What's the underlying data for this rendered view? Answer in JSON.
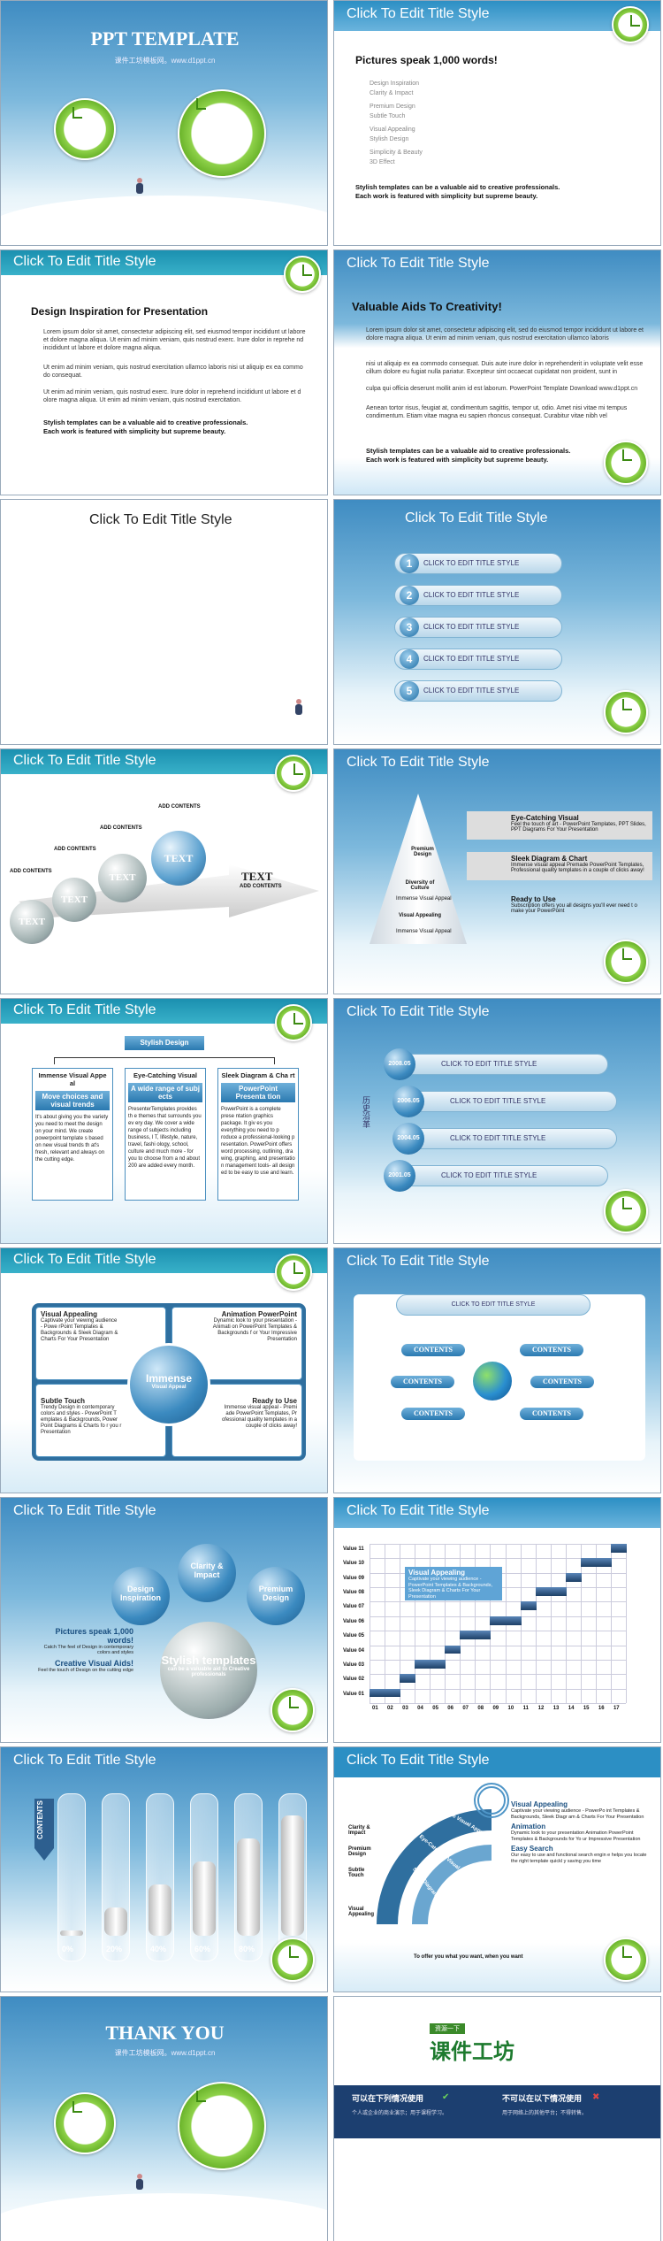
{
  "s1": {
    "title": "PPT TEMPLATE",
    "sub": "课件工坊模板网。www.d1ppt.cn"
  },
  "s2": {
    "title": "Click To Edit Title Style",
    "heading": "Pictures speak 1,000 words!",
    "bullets": [
      "Design Inspiration",
      "Clarity & Impact",
      "Premium Design",
      "Subtle Touch",
      "Visual Appealing",
      "Stylish Design",
      "Simplicity & Beauty",
      "3D Effect"
    ],
    "note1": "Stylish templates can be a valuable aid to creative professionals.",
    "note2": "Each work is featured with simplicity but supreme beauty."
  },
  "s3": {
    "title": "Click To Edit Title Style",
    "heading": "Design Inspiration for Presentation",
    "p1": "Lorem ipsum dolor sit amet, consectetur adipiscing elit, sed eiusmod tempor incididunt ut labore et dolore magna aliqua. Ut enim ad minim veniam, quis nostrud exerc. Irure dolor in reprehe nd incididunt ut labore et dolore magna aliqua.",
    "p2": "Ut enim ad minim veniam, quis nostrud exercitation ullamco laboris nisi ut aliquip ex ea commo do consequat.",
    "p3": "Ut enim ad minim veniam, quis nostrud exerc. Irure dolor in reprehend incididunt ut labore et d olore magna aliqua. Ut enim ad minim veniam, quis nostrud exercitation.",
    "note1": "Stylish templates can be a valuable aid to creative professionals.",
    "note2": "Each work is featured with simplicity but supreme beauty."
  },
  "s4": {
    "title": "Click To Edit Title Style",
    "heading": "Valuable Aids To Creativity!",
    "p1": "Lorem ipsum dolor sit amet, consectetur adipiscing elit, sed do eiusmod tempor incididunt ut labore et dolore magna aliqua. Ut enim ad minim veniam, quis nostrud exercitation ullamco laboris",
    "p2": "nisi ut aliquip ex ea commodo consequat. Duis aute irure dolor in reprehenderit in voluptate velit esse cillum dolore eu fugiat nulla pariatur. Excepteur sint occaecat cupidatat non proident, sunt in",
    "p3": "culpa qui officia deserunt mollit anim id est laborum. PowerPoint Template Download www.d1ppt.cn",
    "p4": "Aenean tortor risus, feugiat at, condimentum sagittis, tempor ut, odio. Amet nisi vitae mi tempus condimentum. Etiam vitae magna eu sapien rhoncus consequat. Curabitur vitae nibh vel",
    "note1": "Stylish templates can be a valuable aid to creative professionals.",
    "note2": "Each work is featured with simplicity but supreme beauty."
  },
  "s5": {
    "title": "Click To Edit Title Style"
  },
  "s6": {
    "title": "Click To Edit Title Style",
    "items": [
      "1",
      "2",
      "3",
      "4",
      "5"
    ],
    "label": "CLICK TO EDIT TITLE STYLE"
  },
  "s7": {
    "title": "Click To Edit Title Style",
    "spheres": [
      "TEXT",
      "TEXT",
      "TEXT",
      "TEXT"
    ],
    "small": "ADD CONTENTS",
    "arrow": "TEXT",
    "arrowsub": "ADD CONTENTS"
  },
  "s8": {
    "title": "Click To Edit Title Style",
    "tiers": [
      {
        "label": "Premium Design"
      },
      {
        "label": "Diversity of Culture",
        "sub": "Immense Visual Appeal"
      },
      {
        "label": "Visual Appealing",
        "sub": "Immense Visual Appeal"
      }
    ],
    "boxes": [
      {
        "h": "Eye-Catching Visual",
        "t": "Feel the touch of art - PowerPoint Templates, PPT Slides, PPT Diagrams For Your Presentation"
      },
      {
        "h": "Sleek Diagram & Chart",
        "t": "Immense visual appeal Premade PowerPoint Templates, Professional quality templates in a couple of clicks away!"
      },
      {
        "h": "Ready to Use",
        "t": "Subscription offers you all designs you'll ever need t o make your PowerPoint"
      }
    ]
  },
  "s9": {
    "title": "Click To Edit Title Style",
    "top": "Stylish Design",
    "cols": [
      {
        "h": "Immense Visual Appe al",
        "sub": "Move choices and visual trends",
        "t": "It's about giving you the variety you need to meet the design on your mind. We create powerpoint template s based on new visual trends th at's fresh, relevant and always on the cutting edge."
      },
      {
        "h": "Eye-Catching Visual",
        "sub": "A wide range of subj ects",
        "t": "PresenterTemplates provides th e themes that surrounds you ev ery day. We cover a wide range of subjects including business, l T, lifestyle, nature, travel, fashi ology, school, culture and much more - for you to choose from a nd about 200 are added every month."
      },
      {
        "h": "Sleek Diagram & Cha rt",
        "sub": "PowerPoint Presenta tion",
        "t": "PowerPoint is a complete prese ntation graphics package. It giv es you everything you need to p roduce a professional-looking p resentation. PowerPoint offers word processing, outlining, dra wing, graphing, and presentatio n management tools- all design ed to be easy to use and learn."
      }
    ]
  },
  "s10": {
    "title": "Click To Edit Title Style",
    "years": [
      "2008.05",
      "2006.05",
      "2004.05",
      "2001.05"
    ],
    "label": "CLICK TO EDIT TITLE STYLE",
    "side": "历史沿革"
  },
  "s11": {
    "title": "Click To Edit Title Style",
    "center": "Immense",
    "centersub": "Visual Appeal",
    "q": [
      {
        "h": "Visual Appealing",
        "t": "Captivate your viewing audience - Powe rPoint Templates & Backgrounds & Sleek Diagram & Charts For Your Presentation"
      },
      {
        "h": "Animation PowerPoint",
        "t": "Dynamic look to your presentation - Animati on PowerPoint Templates & Backgrounds f or Your Impressive Presentation"
      },
      {
        "h": "Subtle Touch",
        "t": "Trendy Design in contemporary colors and styles - PowerPoint T emplates & Backgrounds, Power Point Diagrams & Charts fo r you r Presentation"
      },
      {
        "h": "Ready to Use",
        "t": "Immense visual appeal - Premi ade PowerPoint Templates, Pr ofessional quality templates in a couple of clicks away!"
      }
    ]
  },
  "s12": {
    "title": "Click To Edit Title Style",
    "top": "CLICK TO EDIT TITLE STYLE",
    "items": [
      "CONTENTS",
      "CONTENTS",
      "CONTENTS",
      "CONTENTS",
      "CONTENTS",
      "CONTENTS"
    ]
  },
  "s13": {
    "title": "Click To Edit Title Style",
    "spheres": [
      "Design Inspiration",
      "Clarity & Impact",
      "Premium Design"
    ],
    "big": "Stylish templates",
    "bigsub": "can be a valuable aid to Creative professionals",
    "h1": "Pictures speak 1,000 words!",
    "t1": "Catch The feel of Design in contemporary colors and styles",
    "h2": "Creative Visual Aids!",
    "t2": "Feel the touch of Design on the cutting edge"
  },
  "s14": {
    "title": "Click To Edit Title Style",
    "box_h": "Visual Appealing",
    "box_t": "Captivate your viewing audience - PowerPoint Templates & Backgrounds, Sleek Diagram & Charts For Your Presentation"
  },
  "chart_data": {
    "type": "bar",
    "y_categories": [
      "Value 11",
      "Value 10",
      "Value 09",
      "Value 08",
      "Value 07",
      "Value 06",
      "Value 05",
      "Value 04",
      "Value 03",
      "Value 02",
      "Value 01"
    ],
    "x": [
      "01",
      "02",
      "03",
      "04",
      "05",
      "06",
      "07",
      "08",
      "09",
      "10",
      "11",
      "12",
      "13",
      "14",
      "15",
      "16",
      "17"
    ],
    "values": [
      1,
      1,
      2,
      3,
      3,
      4,
      5,
      5,
      6,
      6,
      7,
      8,
      8,
      9,
      10,
      10,
      11
    ]
  },
  "s15": {
    "title": "Click To Edit Title Style",
    "label": "CONTENTS",
    "pcts": [
      "0%",
      "20%",
      "40%",
      "60%",
      "80%",
      "100%"
    ],
    "levels": [
      0,
      0.2,
      0.4,
      0.6,
      0.8,
      1.0
    ]
  },
  "s16": {
    "title": "Click To Edit Title Style",
    "left": [
      "Clarity & Impact",
      "Premium Design",
      "Subtle Touch",
      "Visual Appealing"
    ],
    "arc": [
      "Immense Visual Appeal",
      "Eye-Catching Visual",
      "Sleek Diagram"
    ],
    "items": [
      {
        "h": "Visual Appealing",
        "t": "Captivate your viewing audience - PowerPo int Templates & Backgrounds, Sleek Diagr am & Charts For Your Presentation"
      },
      {
        "h": "Animation",
        "t": "Dynamic look to your presentation Animation PowerPoint Templates & Backgrounds for Yo ur Impressive Presentation"
      },
      {
        "h": "Easy Search",
        "t": "Our easy to use and functional search engin e helps you locate the right template quickl y saving you time"
      }
    ],
    "bottom": "To offer you what you want, when you want"
  },
  "s17": {
    "title": "THANK YOU",
    "sub": "课件工坊模板网。www.d1ppt.cn"
  },
  "s18": {
    "badge": "课件工坊",
    "top": "资源一下",
    "h1": "可以在下列情况使用",
    "h2": "不可以在以下情况使用",
    "t1": "个人或企业的商业演示；用于课程学习。",
    "t2": "用于网络上的其他平台；不得转售。"
  },
  "colors": {
    "accent": "#2c8fc4",
    "teal": "#1b90b0",
    "green": "#6cb52c"
  }
}
